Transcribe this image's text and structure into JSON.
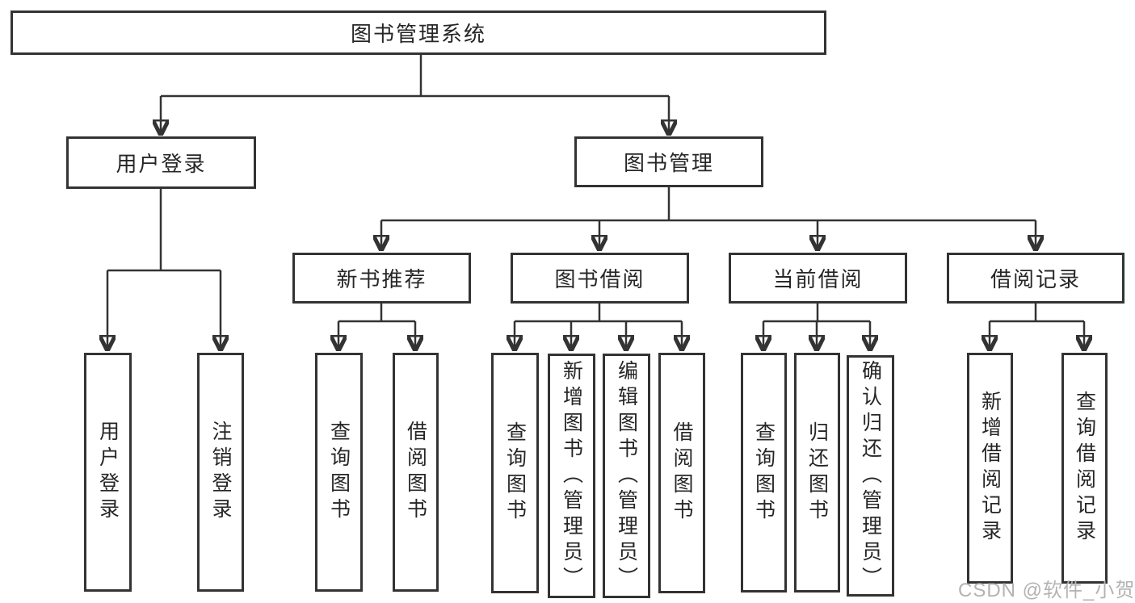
{
  "diagram_type": "hierarchy-tree",
  "tree": {
    "root": {
      "label": "图书管理系统"
    },
    "branches": [
      {
        "label": "用户登录",
        "children": [
          "用户登录",
          "注销登录"
        ]
      },
      {
        "label": "图书管理",
        "sections": [
          {
            "label": "新书推荐",
            "children": [
              "查询图书",
              "借阅图书"
            ]
          },
          {
            "label": "图书借阅",
            "children": [
              "查询图书",
              "新增图书（管理员）",
              "编辑图书（管理员）",
              "借阅图书"
            ]
          },
          {
            "label": "当前借阅",
            "children": [
              "查询图书",
              "归还图书",
              "确认归还（管理员）"
            ]
          },
          {
            "label": "借阅记录",
            "children": [
              "新增借阅记录",
              "查询借阅记录"
            ]
          }
        ]
      }
    ]
  },
  "watermark": {
    "text": "CSDN @软件_小贺同学"
  },
  "colors": {
    "line": "#333333",
    "box_border": "#333333",
    "text": "#262626",
    "watermark": "#b3b3b3",
    "background": "#ffffff"
  }
}
